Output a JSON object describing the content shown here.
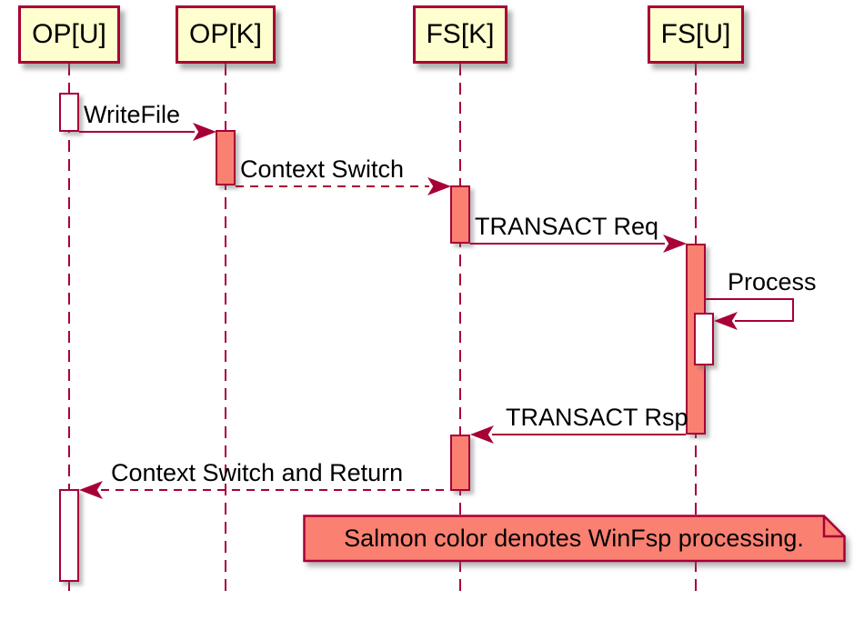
{
  "diagram": {
    "kind": "sequence-diagram",
    "colors": {
      "participant_fill": "#FEFECE",
      "line_and_border": "#A80036",
      "salmon_activation": "#FA8072",
      "white_activation": "#FFFFFF",
      "text": "#000000",
      "background": "#FFFFFF"
    },
    "participants": [
      {
        "label": "OP[U]"
      },
      {
        "label": "OP[K]"
      },
      {
        "label": "FS[K]"
      },
      {
        "label": "FS[U]"
      }
    ],
    "messages": [
      {
        "label": "WriteFile",
        "type": "solid-arrow",
        "from": "OP[U]",
        "to": "OP[K]"
      },
      {
        "label": "Context Switch",
        "type": "dashed-arrow",
        "from": "OP[K]",
        "to": "FS[K]"
      },
      {
        "label": "TRANSACT Req",
        "type": "solid-arrow",
        "from": "FS[K]",
        "to": "FS[U]"
      },
      {
        "label": "Process",
        "type": "self-arrow",
        "from": "FS[U]",
        "to": "FS[U]"
      },
      {
        "label": "TRANSACT Rsp",
        "type": "solid-arrow",
        "from": "FS[U]",
        "to": "FS[K]"
      },
      {
        "label": "Context Switch and Return",
        "type": "dashed-arrow",
        "from": "FS[K]",
        "to": "OP[U]"
      }
    ],
    "note": {
      "text": "Salmon color denotes WinFsp processing."
    }
  }
}
